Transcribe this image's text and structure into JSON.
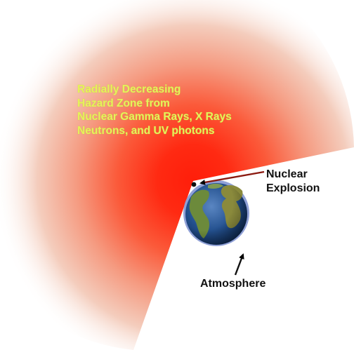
{
  "hazard_zone": {
    "lines": [
      "Radially Decreasing",
      "Hazard Zone from",
      "Nuclear Gamma Rays, X Rays",
      "Neutrons, and UV photons"
    ]
  },
  "callouts": {
    "nuclear_explosion": [
      "Nuclear",
      "Explosion"
    ],
    "atmosphere": "Atmosphere"
  },
  "colors": {
    "hazard_core": "#ff2a12",
    "hazard_edge": "#f6d6c8",
    "text_yellow": "#e6f25a",
    "ocean": "#1f4a86",
    "land": "#6b8a3a",
    "atmosphere_rim": "#7f8fc8",
    "arrow": "#8b1a10"
  }
}
